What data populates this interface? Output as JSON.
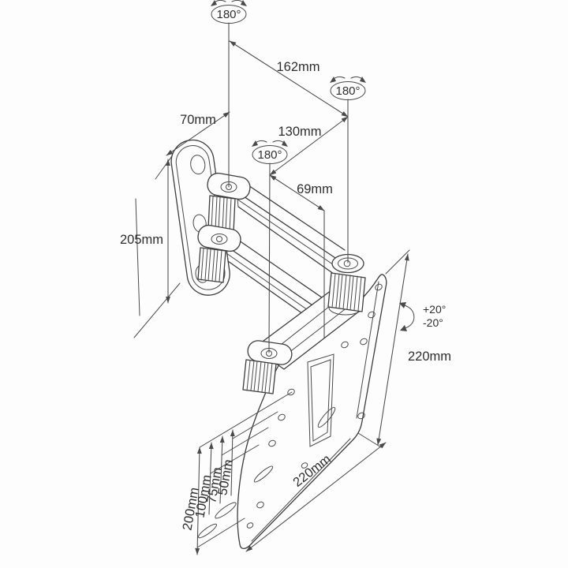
{
  "figure": {
    "type": "technical-drawing",
    "subject": "Articulating TV wall-mount bracket dimension diagram",
    "background_color": "#fdfdfd",
    "line_color": "#3d3d3d",
    "text_color": "#2e2e2e",
    "labels": {
      "swivel_wall_joint": "180°",
      "swivel_elbow_joint": "180°",
      "swivel_plate_joint": "180°",
      "extension_wall_to_elbow": "162mm",
      "extension_elbow_to_plate": "130mm",
      "wall_offset": "70mm",
      "plate_joint_offset": "69mm",
      "wall_plate_height": "205mm",
      "tilt_up": "+20°",
      "tilt_down": "-20°",
      "tv_plate_height": "220mm",
      "tv_plate_width": "220mm",
      "vesa_50": "50mm",
      "vesa_75": "75mm",
      "vesa_100": "100mm",
      "vesa_200": "200mm"
    }
  }
}
